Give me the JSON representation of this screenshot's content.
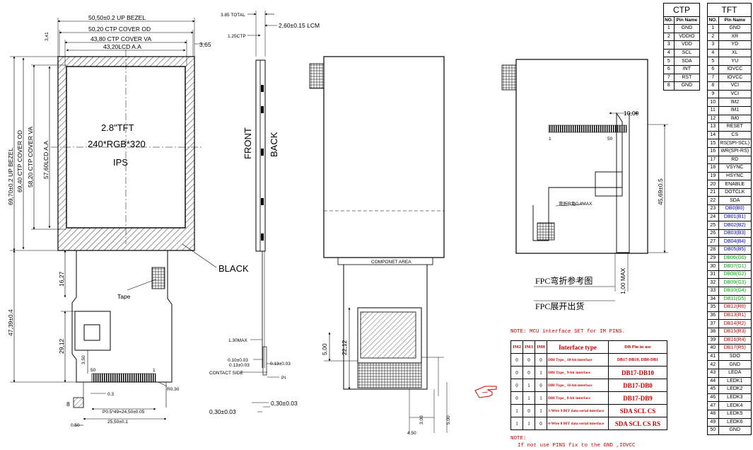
{
  "front": {
    "dims": {
      "bezel_w": "50,50±0.2 UP BEZEL",
      "ctp_od_w": "50,20 CTP COVER OD",
      "ctp_va_w": "43,80 CTP COVER VA",
      "lcd_aa_w": "43,20LCD A.A",
      "offset_top": "3,41",
      "offset_right": "3,65",
      "bezel_h": "69,70±0.2 UP BEZEL",
      "ctp_od_h": "69,40 CTP COVER OD",
      "ctp_va_h": "58,20 CTP COVER VA",
      "lcd_aa_h": "57,60LCD A.A",
      "fpc_total": "47,39±0.4",
      "fpc_upper": "16,27",
      "fpc_lower": "29,12",
      "fpc_small": "3,50",
      "pin_pitch": "P0.5*49=24,50±0.05",
      "fpc_width": "25,50±0.1",
      "fpc_left": "0.50",
      "pin_w": "0.3",
      "corner_r": "R0.30",
      "fpc_8": "8"
    },
    "title_line1": "2.8\"TFT",
    "title_line2": "240*RGB*320",
    "title_line3": "IPS",
    "black_label": "BLACK",
    "tape_label": "Tape",
    "pin_50": "50",
    "pin_1": "1"
  },
  "side": {
    "total": "3.85 TOTAL",
    "lcm": "2,60±0.15 LCM",
    "ctp": "1.25CTP",
    "front_label": "FRONT",
    "back_label": "BACK",
    "max130": "1.30MAX",
    "d010": "0.10±0.03",
    "d013a": "0.13±0.03",
    "d013b": "0.13±0.03",
    "contact_side": "CONTACT SIDE",
    "pi": "PI",
    "d030a": "0,30±0.03",
    "d030b": "0,30±0.03"
  },
  "back": {
    "component_area": "COMPONET AREA",
    "d500": "5,00",
    "d2212": "22,12",
    "d450": "4.50",
    "d300": "3.00",
    "d500b": "5.00"
  },
  "bent": {
    "d1000": "10,00",
    "h4569": "45,69±0.5",
    "max100": "1,00 MAX",
    "bend_r": "弯折R角0.4MAX",
    "pin_1": "1",
    "pin_50": "50"
  },
  "captions": {
    "fpc_bend": "FPC弯折参考图",
    "fpc_flat": "FPC展开出货"
  },
  "ctp_table": {
    "title": "CTP",
    "col_no": "NO.",
    "col_name": "Pin Name",
    "rows": [
      {
        "no": "1",
        "name": "GND"
      },
      {
        "no": "2",
        "name": "VDDIO"
      },
      {
        "no": "3",
        "name": "VDD"
      },
      {
        "no": "4",
        "name": "SCL"
      },
      {
        "no": "5",
        "name": "SDA"
      },
      {
        "no": "6",
        "name": "INT"
      },
      {
        "no": "7",
        "name": "RST"
      },
      {
        "no": "8",
        "name": "GND"
      }
    ]
  },
  "tft_table": {
    "title": "TFT",
    "col_no": "NO.",
    "col_name": "Pin Name",
    "rows": [
      {
        "no": "1",
        "name": "GND",
        "c": ""
      },
      {
        "no": "2",
        "name": "XR",
        "c": ""
      },
      {
        "no": "3",
        "name": "YD",
        "c": ""
      },
      {
        "no": "4",
        "name": "XL",
        "c": ""
      },
      {
        "no": "5",
        "name": "YU",
        "c": ""
      },
      {
        "no": "6",
        "name": "IOVCC",
        "c": ""
      },
      {
        "no": "7",
        "name": "IOVCC",
        "c": ""
      },
      {
        "no": "8",
        "name": "VCI",
        "c": ""
      },
      {
        "no": "9",
        "name": "VCI",
        "c": ""
      },
      {
        "no": "10",
        "name": "IM2",
        "c": ""
      },
      {
        "no": "11",
        "name": "IM1",
        "c": ""
      },
      {
        "no": "12",
        "name": "IM0",
        "c": ""
      },
      {
        "no": "13",
        "name": "RESET",
        "c": ""
      },
      {
        "no": "14",
        "name": "CS",
        "c": ""
      },
      {
        "no": "15",
        "name": "RS(SPI-SCL)",
        "c": ""
      },
      {
        "no": "16",
        "name": "WR(SPI-RS)",
        "c": ""
      },
      {
        "no": "17",
        "name": "RD",
        "c": ""
      },
      {
        "no": "18",
        "name": "VSYNC",
        "c": ""
      },
      {
        "no": "19",
        "name": "HSYNC",
        "c": ""
      },
      {
        "no": "20",
        "name": "ENABLE",
        "c": ""
      },
      {
        "no": "21",
        "name": "DOTCLK",
        "c": ""
      },
      {
        "no": "22",
        "name": "SDA",
        "c": ""
      },
      {
        "no": "23",
        "name": "DB0(B0)",
        "c": "blue"
      },
      {
        "no": "24",
        "name": "DB01(B1)",
        "c": "blue"
      },
      {
        "no": "25",
        "name": "DB02(B2)",
        "c": "blue"
      },
      {
        "no": "26",
        "name": "DB03(B3)",
        "c": "blue"
      },
      {
        "no": "27",
        "name": "DB04(B4)",
        "c": "blue"
      },
      {
        "no": "28",
        "name": "DB05(B5)",
        "c": "blue"
      },
      {
        "no": "29",
        "name": "DB06(G0)",
        "c": "green"
      },
      {
        "no": "30",
        "name": "DB07(G1)",
        "c": "green"
      },
      {
        "no": "31",
        "name": "DB08(G2)",
        "c": "green"
      },
      {
        "no": "32",
        "name": "DB09(G3)",
        "c": "green"
      },
      {
        "no": "33",
        "name": "DB10(G4)",
        "c": "green"
      },
      {
        "no": "34",
        "name": "DB11(G5)",
        "c": "green"
      },
      {
        "no": "35",
        "name": "DB12(R0)",
        "c": "redc"
      },
      {
        "no": "36",
        "name": "DB13(R1)",
        "c": "redc"
      },
      {
        "no": "37",
        "name": "DB14(R2)",
        "c": "redc"
      },
      {
        "no": "38",
        "name": "DB15(R3)",
        "c": "redc"
      },
      {
        "no": "39",
        "name": "DB16(R4)",
        "c": "redc"
      },
      {
        "no": "40",
        "name": "DB17(R5)",
        "c": "redc"
      },
      {
        "no": "41",
        "name": "SDO",
        "c": ""
      },
      {
        "no": "42",
        "name": "GND",
        "c": ""
      },
      {
        "no": "43",
        "name": "LEDA",
        "c": ""
      },
      {
        "no": "44",
        "name": "LEDK1",
        "c": ""
      },
      {
        "no": "45",
        "name": "LEDK2",
        "c": ""
      },
      {
        "no": "46",
        "name": "LEDK3",
        "c": ""
      },
      {
        "no": "47",
        "name": "LEDK4",
        "c": ""
      },
      {
        "no": "48",
        "name": "LEDK5",
        "c": ""
      },
      {
        "no": "49",
        "name": "LEDK6",
        "c": ""
      },
      {
        "no": "50",
        "name": "GND",
        "c": ""
      }
    ]
  },
  "interface": {
    "note_title": "NOTE: MCU interface SET for IM PINS.",
    "h_im2": "IM2",
    "h_im1": "IM1",
    "h_im0": "IM0",
    "h_type": "Interface type",
    "h_pins": "DB Pin in use",
    "rows": [
      {
        "im2": "0",
        "im1": "0",
        "im0": "0",
        "type": "DBI Type_ 18-bit interface",
        "pins": "DB17-DB10, DB8-DB1"
      },
      {
        "im2": "0",
        "im1": "0",
        "im0": "1",
        "type": "DBI Type_ 9-bit interface",
        "pins": "DB17-DB10"
      },
      {
        "im2": "0",
        "im1": "1",
        "im0": "0",
        "type": "DBI Type_ 16-bit interface",
        "pins": "DB17-DB0"
      },
      {
        "im2": "0",
        "im1": "1",
        "im0": "1",
        "type": "DBI Type_ 8-bit interface",
        "pins": "DB17-DB9"
      },
      {
        "im2": "1",
        "im1": "0",
        "im0": "1",
        "type": "3-Wire 9 BIT data serial interface",
        "pins": "SDA SCL CS"
      },
      {
        "im2": "1",
        "im1": "1",
        "im0": "0",
        "type": "4-Wire 8 BIT data serial interface",
        "pins": "SDA SCL CS RS"
      }
    ],
    "footer1": "NOTE:",
    "footer2": "If not use PINS fix to the GND ,IOVCC"
  }
}
